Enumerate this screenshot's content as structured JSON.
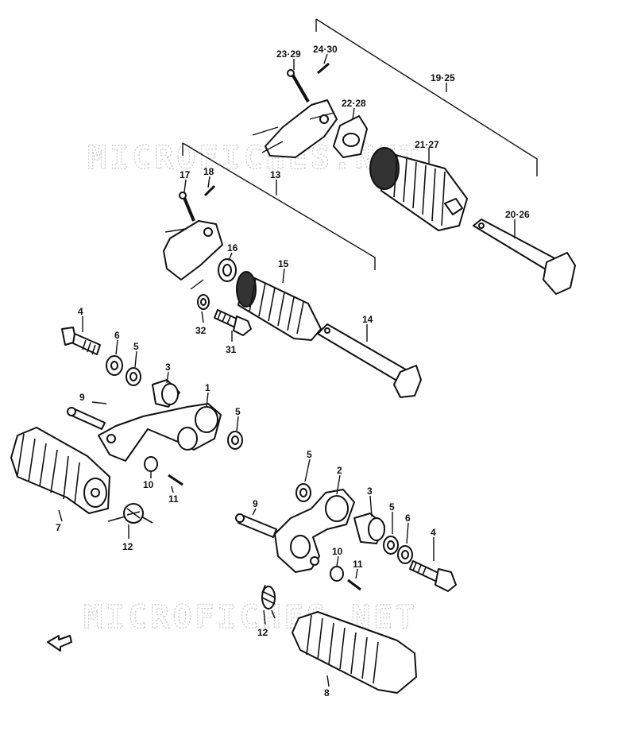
{
  "watermark": "MICROFICHES.NET",
  "callouts": {
    "c1": "1",
    "c2": "2",
    "c3a": "3",
    "c3b": "3",
    "c4a": "4",
    "c4b": "4",
    "c5a": "5",
    "c5b": "5",
    "c5c": "5",
    "c5d": "5",
    "c6a": "6",
    "c6b": "6",
    "c7": "7",
    "c8": "8",
    "c9a": "9",
    "c9b": "9",
    "c10a": "10",
    "c10b": "10",
    "c11a": "11",
    "c11b": "11",
    "c12a": "12",
    "c12b": "12",
    "c13": "13",
    "c14": "14",
    "c15": "15",
    "c16": "16",
    "c17": "17",
    "c18": "18",
    "c1925": "19·25",
    "c2026": "20·26",
    "c2127": "21·27",
    "c2228": "22·28",
    "c2329": "23·29",
    "c2430": "24·30",
    "c31": "31",
    "c32": "32"
  },
  "colors": {
    "ink": "#111111",
    "watermark": "#c6c6c6",
    "paper": "#ffffff"
  },
  "icons": {
    "front_arrow": "front-direction-arrow-icon"
  }
}
